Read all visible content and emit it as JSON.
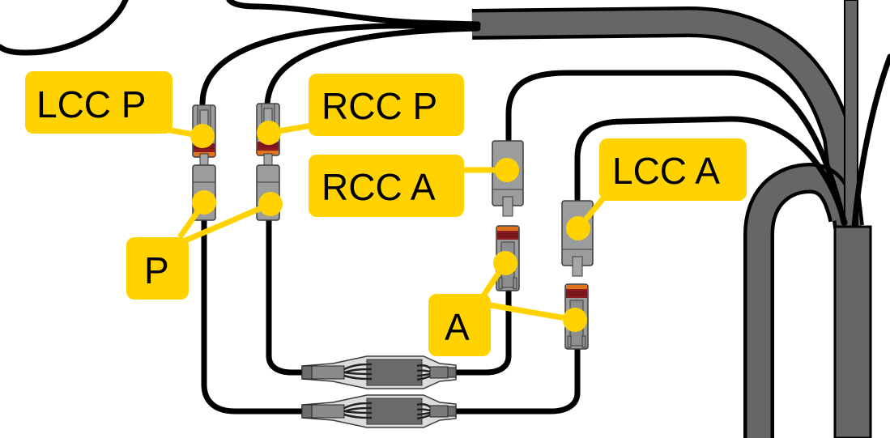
{
  "diagram": {
    "title": "Wiring harness connector identification",
    "colors": {
      "label_fill": "#FFD200",
      "connector_body": "#9A9C9E",
      "connector_outline": "#3C3C3C",
      "latch_red": "#8A1B22",
      "latch_orange": "#E2731E",
      "sheath": "#666666",
      "wire": "#000000"
    },
    "labels": {
      "lcc_p": "LCC P",
      "rcc_p": "RCC P",
      "rcc_a": "RCC A",
      "lcc_a": "LCC A",
      "p": "P",
      "a": "A"
    },
    "connectors": [
      {
        "id": "lcc-p",
        "type": "female-with-latch",
        "label": "LCC P"
      },
      {
        "id": "rcc-p",
        "type": "female-with-latch",
        "label": "RCC P"
      },
      {
        "id": "p-left",
        "type": "male",
        "label": "P"
      },
      {
        "id": "p-right",
        "type": "male",
        "label": "P"
      },
      {
        "id": "rcc-a",
        "type": "male",
        "label": "RCC A"
      },
      {
        "id": "lcc-a",
        "type": "male",
        "label": "LCC A"
      },
      {
        "id": "a-left",
        "type": "female-with-latch",
        "label": "A"
      },
      {
        "id": "a-right",
        "type": "female-with-latch",
        "label": "A"
      }
    ],
    "splices": [
      {
        "id": "splice-upper"
      },
      {
        "id": "splice-lower"
      }
    ]
  }
}
